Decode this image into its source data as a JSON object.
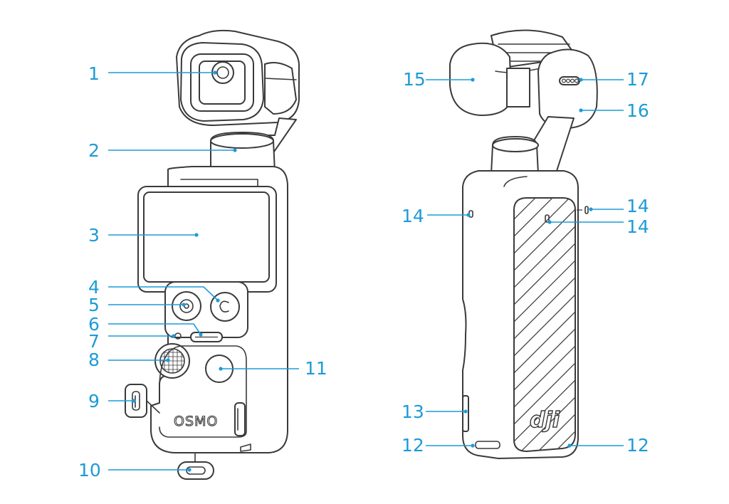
{
  "diagram": {
    "front_view": {
      "brand_text": "OSMO",
      "callouts": [
        {
          "id": "1",
          "label": "1"
        },
        {
          "id": "2",
          "label": "2"
        },
        {
          "id": "3",
          "label": "3"
        },
        {
          "id": "4",
          "label": "4"
        },
        {
          "id": "5",
          "label": "5"
        },
        {
          "id": "6",
          "label": "6"
        },
        {
          "id": "7",
          "label": "7"
        },
        {
          "id": "8",
          "label": "8"
        },
        {
          "id": "9",
          "label": "9"
        },
        {
          "id": "10",
          "label": "10"
        },
        {
          "id": "11",
          "label": "11"
        }
      ]
    },
    "back_view": {
      "logo_text": "dji",
      "callouts": [
        {
          "id": "12a",
          "label": "12"
        },
        {
          "id": "12b",
          "label": "12"
        },
        {
          "id": "13",
          "label": "13"
        },
        {
          "id": "14a",
          "label": "14"
        },
        {
          "id": "14b",
          "label": "14"
        },
        {
          "id": "14c",
          "label": "14"
        },
        {
          "id": "15",
          "label": "15"
        },
        {
          "id": "16",
          "label": "16"
        },
        {
          "id": "17",
          "label": "17"
        }
      ]
    },
    "colors": {
      "callout": "#1d9bd7",
      "outline": "#3a3a3a",
      "background": "#ffffff"
    }
  }
}
